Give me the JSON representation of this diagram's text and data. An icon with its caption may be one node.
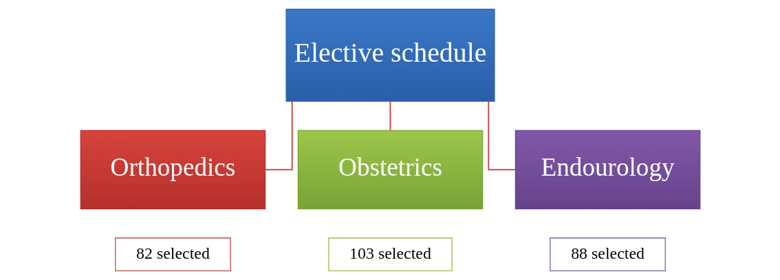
{
  "diagram": {
    "nodes": [
      {
        "text": [
          "Elective schedule"
        ]
      },
      {
        "text": [
          "Orthopedics"
        ]
      },
      {
        "text": [
          "82 selected"
        ]
      },
      {
        "text": [
          "Obstetrics"
        ]
      },
      {
        "text": [
          "103 selected"
        ]
      },
      {
        "text": [
          "Endourology"
        ]
      },
      {
        "text": [
          "88 selected"
        ]
      }
    ],
    "edges": [
      {
        "from": 0,
        "to": 1,
        "arrow": "none"
      },
      {
        "from": 0,
        "to": 3,
        "arrow": "none"
      },
      {
        "from": 0,
        "to": 5,
        "arrow": "none"
      }
    ]
  }
}
